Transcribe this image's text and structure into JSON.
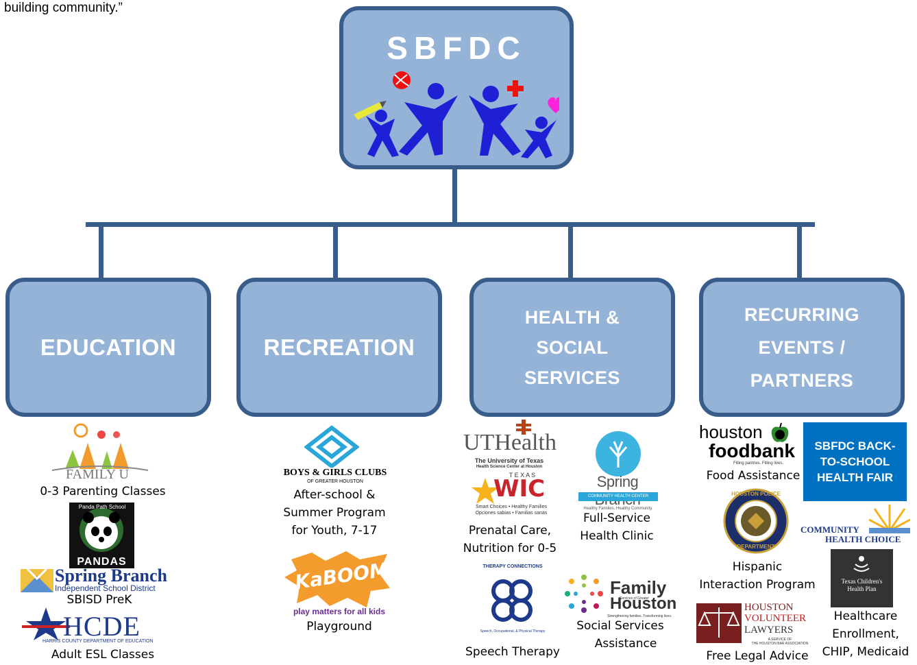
{
  "quote_tail": "building community.”",
  "root": {
    "title": "SBFDC"
  },
  "categories": [
    {
      "label": "Education"
    },
    {
      "label": "Recreation"
    },
    {
      "label": "Health & Social Services"
    },
    {
      "label": "Recurring Events / Partners"
    }
  ],
  "logos": {
    "family_u": "FAMILY U",
    "pandas_top": "Panda Path School",
    "pandas": "PANDAS",
    "spring_branch_isd": "Spring Branch",
    "spring_branch_isd_sub": "Independent School District",
    "hcde": "HCDE",
    "hcde_sub": "HARRIS COUNTY DEPARTMENT OF EDUCATION",
    "bgc": "BOYS & GIRLS CLUBS",
    "bgc_sub": "OF GREATER HOUSTON",
    "kaboom": "KaBOOM!",
    "kaboom_tag": "play matters for all kids",
    "uthealth": "UTHealth",
    "uthealth_sub1": "The University of Texas",
    "uthealth_sub2": "Health Science Center at Houston",
    "wic_top": "T E X A S",
    "wic": "WIC",
    "wic_tag1": "Smart Choices • Healthy Families",
    "wic_tag2": "Opciones sabias • Familias sanas",
    "sbchc": "Spring Branch",
    "sbchc_bar": "COMMUNITY HEALTH CENTER",
    "sbchc_tag": "Healthy Families. Healthy Community.",
    "therapy": "THERAPY CONNECTIONS",
    "therapy_sub": "Speech, Occupational, & Physical Therapy",
    "family_houston_1": "Family",
    "family_houston_small": "Services of Greater",
    "family_houston_2": "Houston",
    "family_houston_tag": "Strengthening families. Transforming lives.",
    "foodbank_1": "houston",
    "foodbank_2": "foodbank",
    "foodbank_tag": "Filling pantries. Filling lives.",
    "fair": "SBFDC BACK-TO-SCHOOL HEALTH FAIR",
    "hpd_top": "HOUSTON POLICE",
    "hpd_bottom": "DEPARTMENT",
    "chc_1": "COMMUNITY",
    "chc_2": "HEALTH CHOICE",
    "tch_1": "Texas Children's",
    "tch_2": "Health Plan",
    "hvl_1": "HOUSTON",
    "hvl_2": "VOLUNTEER",
    "hvl_3": "LAWYERS",
    "hvl_sub1": "A SERVICE OF",
    "hvl_sub2": "THE HOUSTON BAR ASSOCIATION"
  },
  "captions": {
    "family_u": "0-3 Parenting Classes",
    "sbisd": "SBISD PreK",
    "hcde": "Adult ESL Classes",
    "bgc_1": "After-school &",
    "bgc_2": "Summer Program",
    "bgc_3": "for Youth, 7-17",
    "kaboom": "Playground",
    "wic_1": "Prenatal Care,",
    "wic_2": "Nutrition for 0-5",
    "sbchc_1": "Full-Service",
    "sbchc_2": "Health Clinic",
    "therapy": "Speech Therapy",
    "family_houston_1": "Social Services",
    "family_houston_2": "Assistance",
    "foodbank": "Food Assistance",
    "hpd_1": "Hispanic",
    "hpd_2": "Interaction Program",
    "hvl": "Free Legal Advice",
    "health_1": "Healthcare",
    "health_2": "Enrollment,",
    "health_3": "CHIP, Medicaid"
  },
  "colors": {
    "box_fill": "#95b3d7",
    "box_border": "#395d8a",
    "figure": "#1f1fd6",
    "text_white": "#ffffff"
  }
}
